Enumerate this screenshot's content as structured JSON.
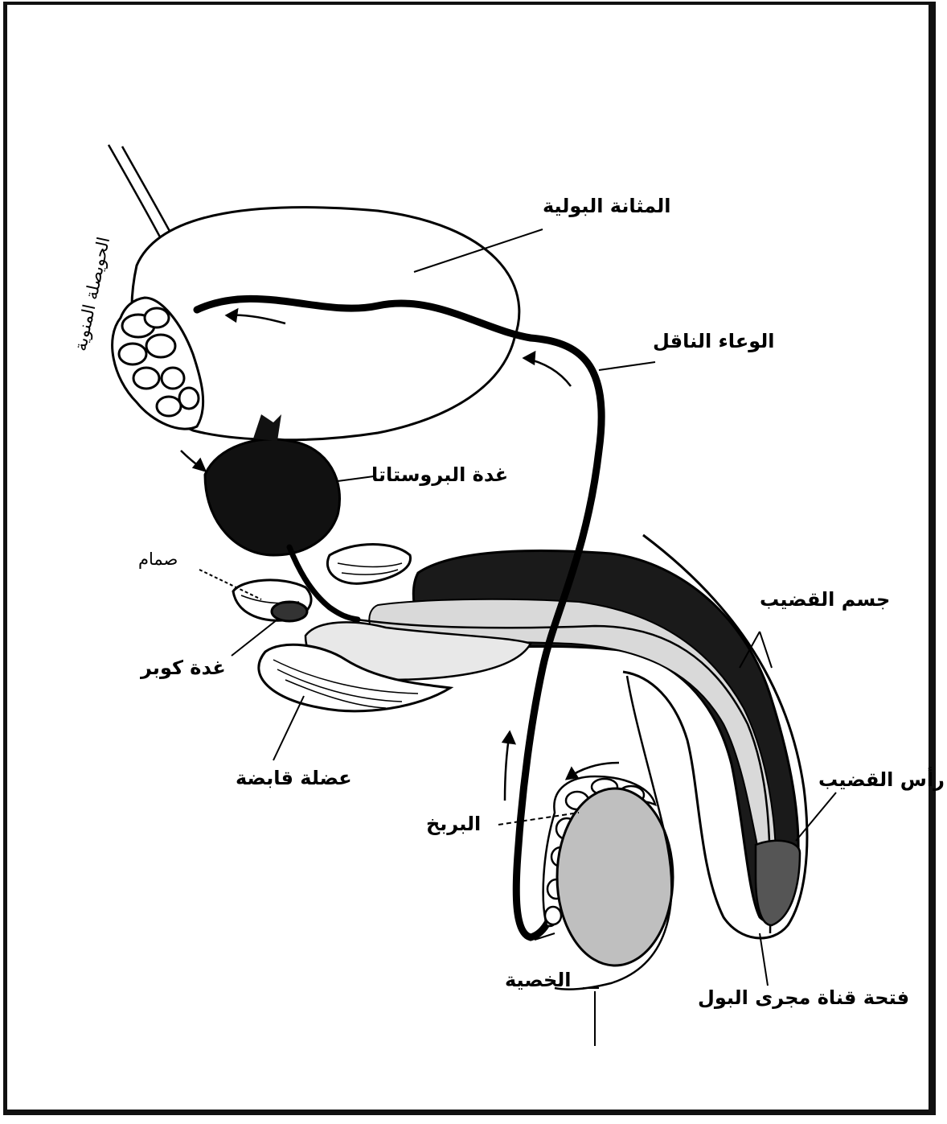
{
  "labels": {
    "bladder": "المثانة البولية",
    "vas_deferens": "الوعاء الناقل",
    "seminal_vesicle": "الحويصلة المنوية",
    "prostate": "غدة البروستاتا",
    "valve": "صمام",
    "cowper_gland": "غدة كوبر",
    "sphincter_muscle": "عضلة قابضة",
    "penis_body": "جسم القضيب",
    "glans": "رأس القضيب",
    "epididymis": "البربخ",
    "testis": "الخصية",
    "urethral_opening": "فتحة قناة مجرى البول"
  }
}
